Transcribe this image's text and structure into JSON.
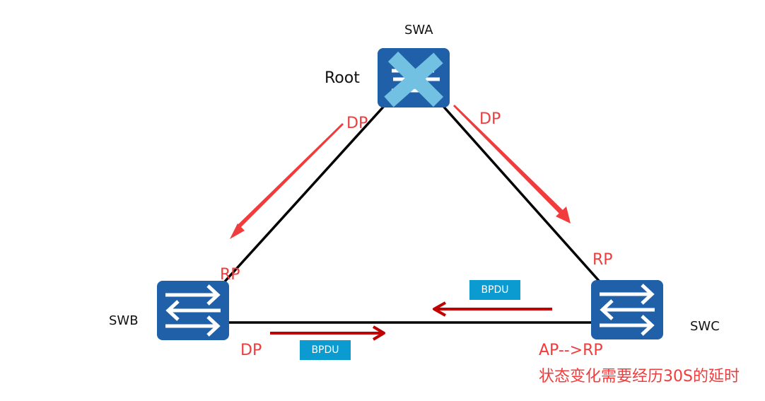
{
  "diagram": {
    "nodes": {
      "swa": {
        "label": "SWA",
        "role_label": "Root",
        "status": "failed (crossed out)"
      },
      "swb": {
        "label": "SWB"
      },
      "swc": {
        "label": "SWC"
      }
    },
    "ports": {
      "swa_left": "DP",
      "swa_right": "DP",
      "swb_top": "RP",
      "swb_right": "DP",
      "swc_top": "RP",
      "swc_bottom": "AP-->RP"
    },
    "bpdu_labels": {
      "from_swc": "BPDU",
      "from_swb": "BPDU"
    },
    "note": "状态变化需要经历30S的延时",
    "colors": {
      "switch": "#1f60a8",
      "failure_cross": "#72c1e3",
      "port_label": "#f03c3c",
      "bpdu_box": "#0c9bd0",
      "bpdu_arrow": "#c00000",
      "link": "#000000"
    }
  }
}
